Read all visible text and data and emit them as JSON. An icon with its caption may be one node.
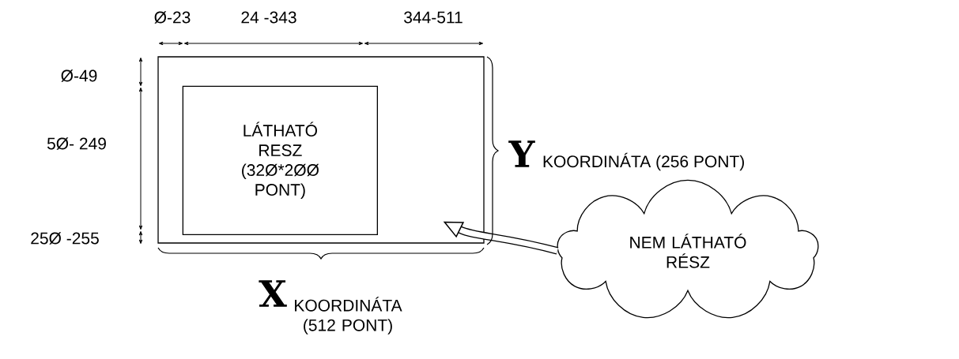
{
  "diagram": {
    "nodes": [
      {
        "text": [],
        "shape": "box"
      },
      {
        "text": [
          "LÁTHATÓ RESZ (32Ø*2ØØ PONT)"
        ],
        "in": 0
      },
      {
        "text": [
          "NEM LÁTHATÓ RÉSZ"
        ]
      }
    ],
    "edges": [
      {
        "from": 2,
        "to": 0,
        "arrow": "to"
      }
    ],
    "labels": [
      "Ø-23",
      "24 -343",
      "344-511",
      "Ø-49",
      "5Ø- 249",
      "25Ø -255",
      "Y",
      "KOORDINÁTA (256 PONT)",
      "X",
      "KOORDINÁTA (512 PONT)"
    ]
  }
}
